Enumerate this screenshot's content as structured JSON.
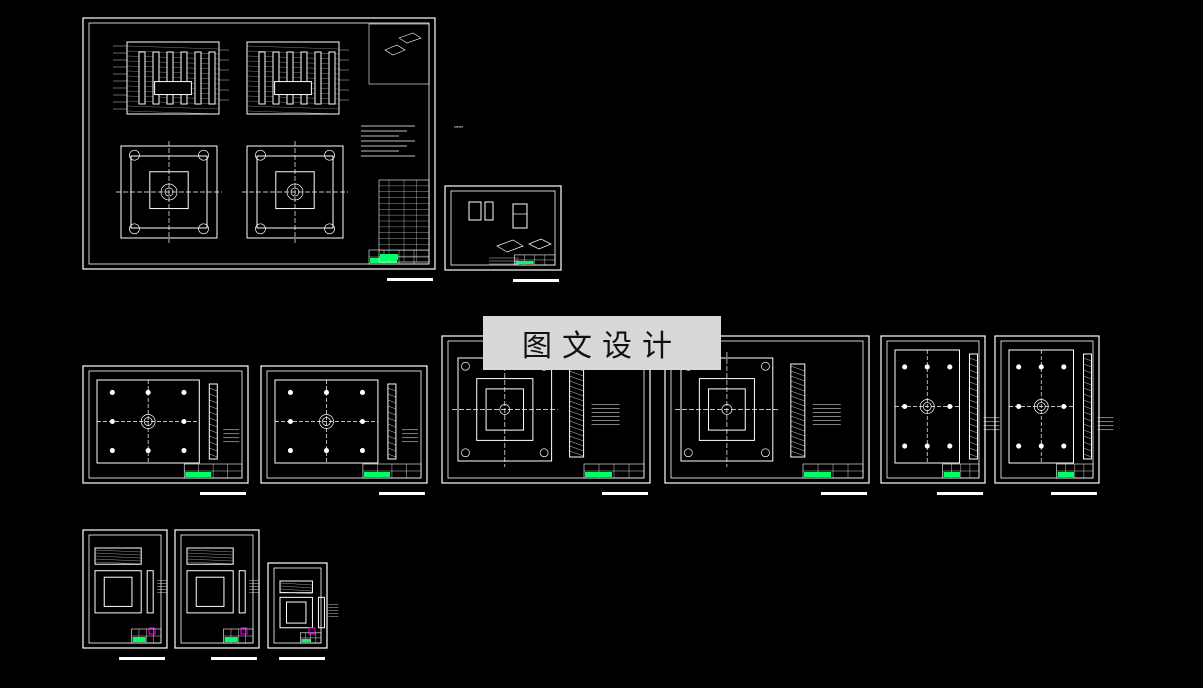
{
  "viewport": {
    "background": "#000000",
    "line_color": "#ffffff",
    "accent_color": "#00ff66",
    "magenta_color": "#ff00ff"
  },
  "watermark": {
    "text": "图文设计"
  },
  "sheets": [
    {
      "name": "sheet-assembly-main",
      "kind": "assembly"
    },
    {
      "name": "sheet-small-iso",
      "kind": "iso"
    },
    {
      "name": "sheet-plate-1",
      "kind": "plate"
    },
    {
      "name": "sheet-plate-2",
      "kind": "plate"
    },
    {
      "name": "sheet-cavity-1",
      "kind": "cavity"
    },
    {
      "name": "sheet-cavity-2",
      "kind": "cavity"
    },
    {
      "name": "sheet-plate-3",
      "kind": "plate-tall"
    },
    {
      "name": "sheet-plate-4",
      "kind": "plate-tall"
    },
    {
      "name": "sheet-part-1",
      "kind": "part"
    },
    {
      "name": "sheet-part-2",
      "kind": "part"
    },
    {
      "name": "sheet-part-3",
      "kind": "part-small"
    }
  ]
}
